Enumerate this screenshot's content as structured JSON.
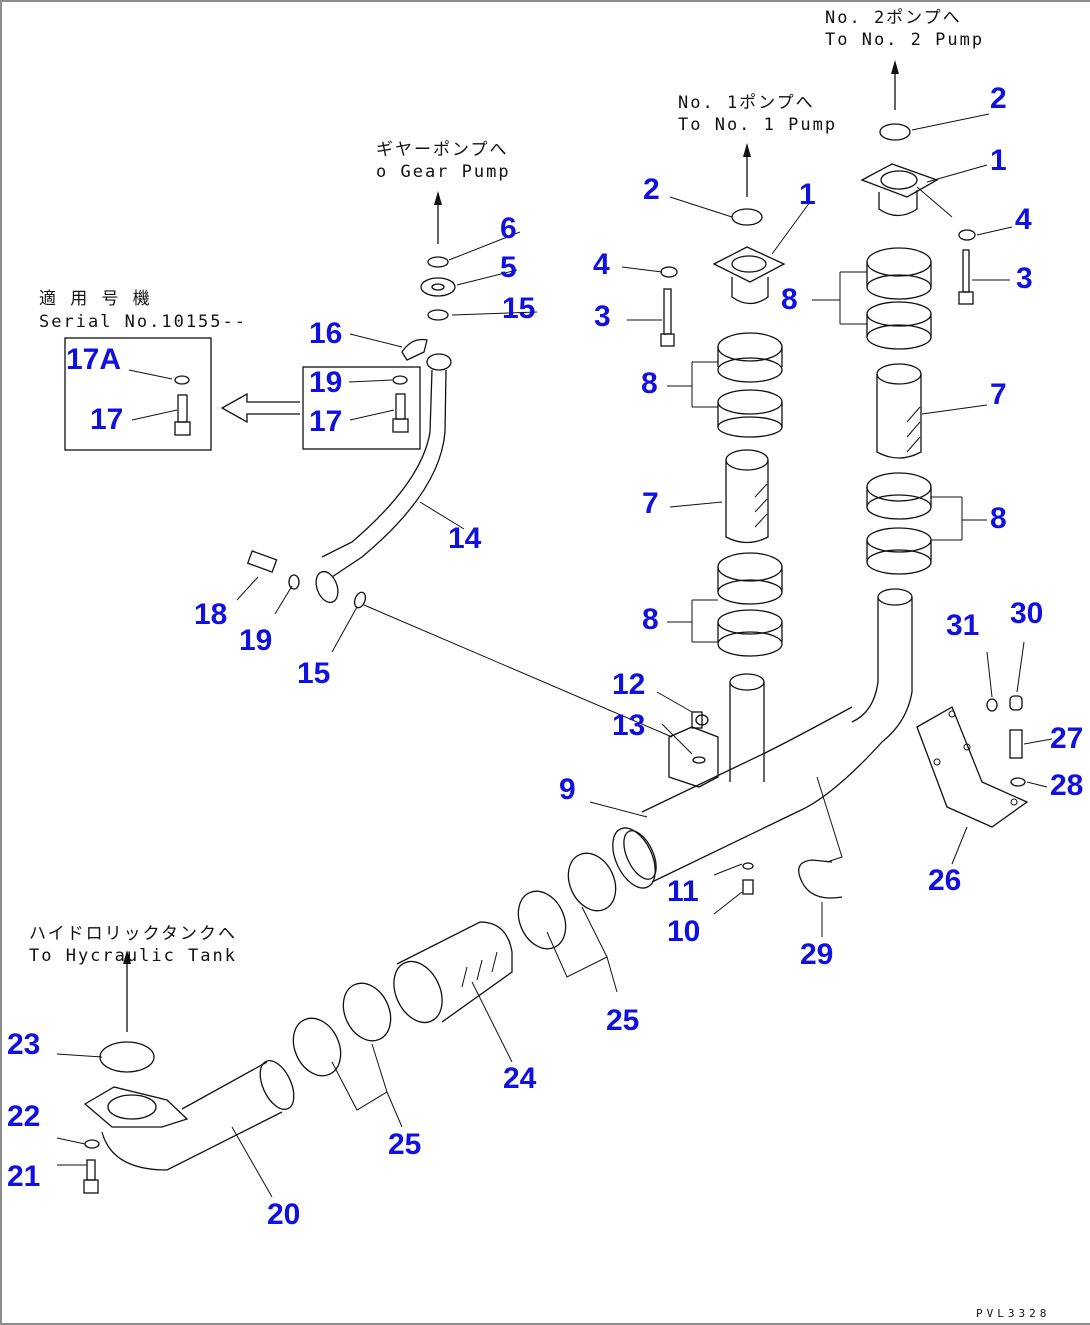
{
  "diagram": {
    "type": "exploded-parts-view",
    "drawing_code": "PVL3328",
    "accent_color": "#1010e0",
    "annotations": {
      "to_pump2_jp": "No. 2ポンプへ",
      "to_pump2_en": "To No. 2 Pump",
      "to_pump1_jp": "No. 1ポンプへ",
      "to_pump1_en": "To No. 1 Pump",
      "to_gear_pump_jp": "ギヤーポンプへ",
      "to_gear_pump_en": "o Gear Pump",
      "serial_jp": "適 用 号 機",
      "serial_en": "Serial No.10155--",
      "to_tank_jp": "ハイドロリックタンクへ",
      "to_tank_en": "To Hycraulic Tank"
    },
    "callouts": [
      {
        "id": "c2a",
        "label": "2"
      },
      {
        "id": "c1a",
        "label": "1"
      },
      {
        "id": "c4a",
        "label": "4"
      },
      {
        "id": "c3a",
        "label": "3"
      },
      {
        "id": "c8a",
        "label": "8"
      },
      {
        "id": "c7a",
        "label": "7"
      },
      {
        "id": "c8b",
        "label": "8"
      },
      {
        "id": "c2b",
        "label": "2"
      },
      {
        "id": "c1b",
        "label": "1"
      },
      {
        "id": "c4b",
        "label": "4"
      },
      {
        "id": "c3b",
        "label": "3"
      },
      {
        "id": "c8c",
        "label": "8"
      },
      {
        "id": "c7b",
        "label": "7"
      },
      {
        "id": "c8d",
        "label": "8"
      },
      {
        "id": "c6",
        "label": "6"
      },
      {
        "id": "c5",
        "label": "5"
      },
      {
        "id": "c15a",
        "label": "15"
      },
      {
        "id": "c16",
        "label": "16"
      },
      {
        "id": "c17A",
        "label": "17A"
      },
      {
        "id": "c17a",
        "label": "17"
      },
      {
        "id": "c19a",
        "label": "19"
      },
      {
        "id": "c17b",
        "label": "17"
      },
      {
        "id": "c14",
        "label": "14"
      },
      {
        "id": "c18",
        "label": "18"
      },
      {
        "id": "c19b",
        "label": "19"
      },
      {
        "id": "c15b",
        "label": "15"
      },
      {
        "id": "c12",
        "label": "12"
      },
      {
        "id": "c13",
        "label": "13"
      },
      {
        "id": "c9",
        "label": "9"
      },
      {
        "id": "c11",
        "label": "11"
      },
      {
        "id": "c10",
        "label": "10"
      },
      {
        "id": "c29",
        "label": "29"
      },
      {
        "id": "c31",
        "label": "31"
      },
      {
        "id": "c30",
        "label": "30"
      },
      {
        "id": "c27",
        "label": "27"
      },
      {
        "id": "c28",
        "label": "28"
      },
      {
        "id": "c26",
        "label": "26"
      },
      {
        "id": "c25a",
        "label": "25"
      },
      {
        "id": "c24",
        "label": "24"
      },
      {
        "id": "c25b",
        "label": "25"
      },
      {
        "id": "c23",
        "label": "23"
      },
      {
        "id": "c22",
        "label": "22"
      },
      {
        "id": "c21",
        "label": "21"
      },
      {
        "id": "c20",
        "label": "20"
      }
    ]
  }
}
